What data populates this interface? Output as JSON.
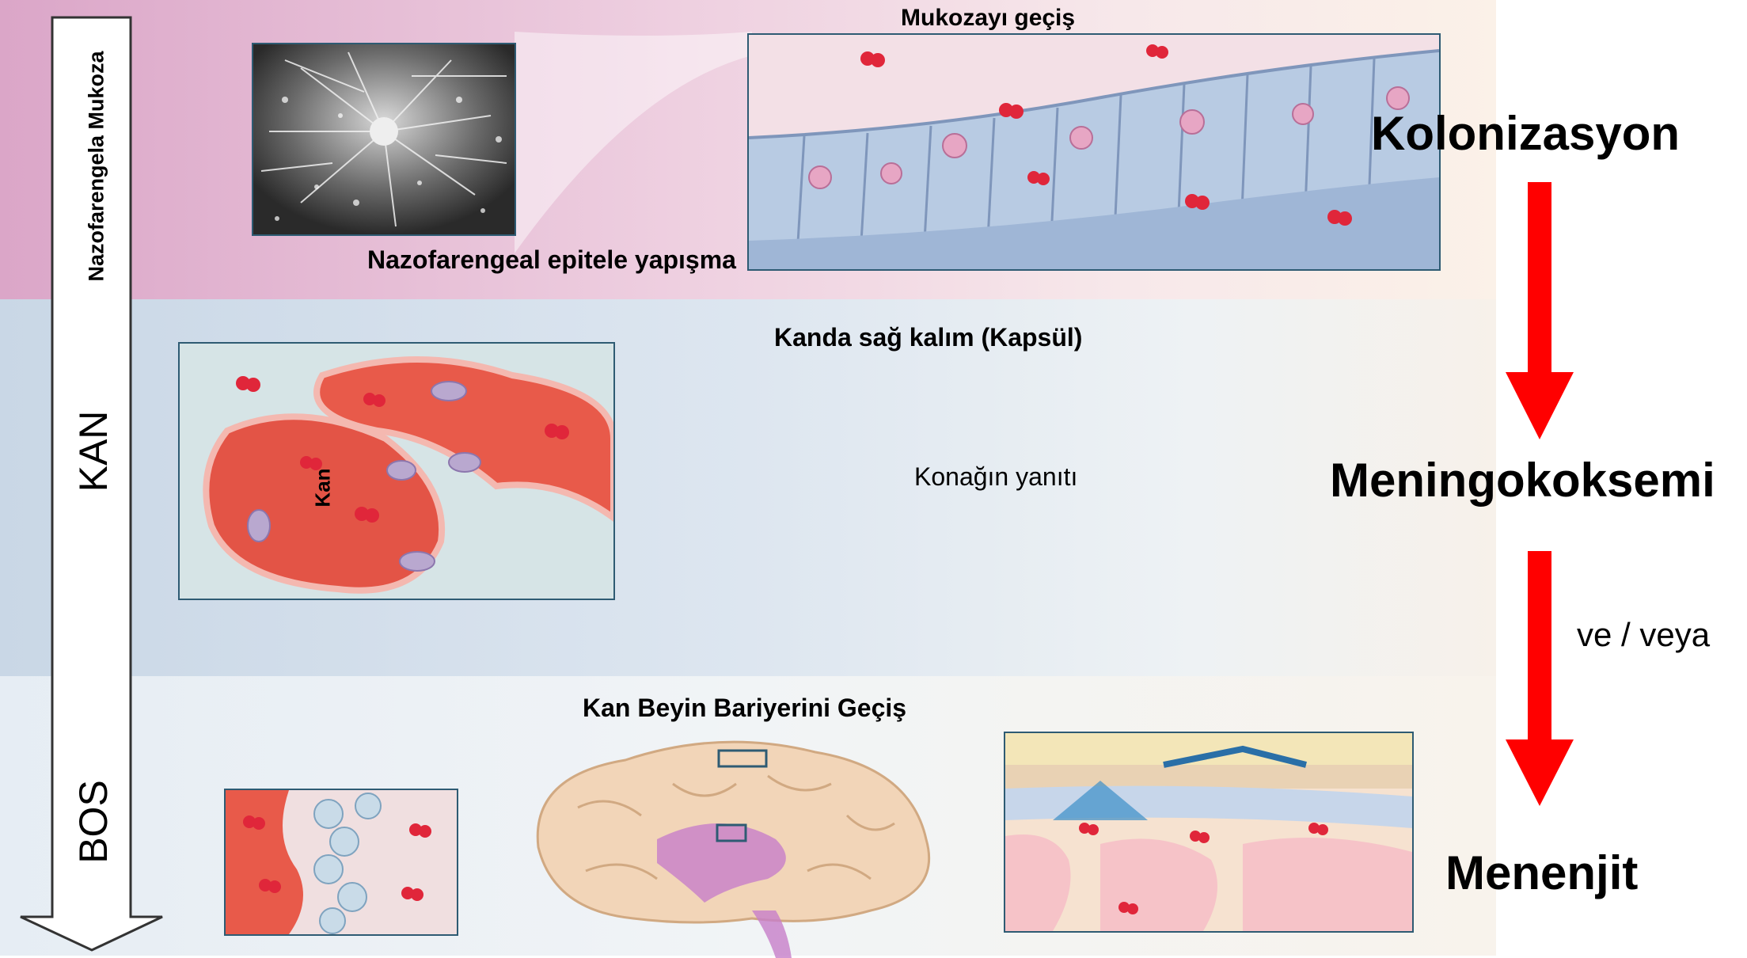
{
  "stage_bar": {
    "mucosa": "Nazofarengela Mukoza",
    "blood": "KAN",
    "csf": "BOS"
  },
  "illustration": {
    "mucosal_passage": "Mukozayı geçiş",
    "epithelial_adhesion": "Nazofarengeal epitele yapışma",
    "blood_survival": "Kanda sağ kalım (Kapsül)",
    "host_response": "Konağın yanıtı",
    "blood_vessel_label": "Kan",
    "bbb_crossing": "Kan Beyin Bariyerini Geçiş"
  },
  "stages": {
    "colonization": "Kolonizasyon",
    "meningococcemia": "Meningokoksemi",
    "and_or": "ve / veya",
    "meningitis": "Menenjit"
  },
  "colors": {
    "arrow": "#ff0000",
    "mucosa_band": "#dba6c8",
    "blood_band": "#c9d7e6",
    "csf_band": "#e6edf4",
    "panel_border": "#2e5b73",
    "bacteria": "#e0263a",
    "epithelium": "#a9bfdc",
    "vessel": "#e85a4a"
  }
}
